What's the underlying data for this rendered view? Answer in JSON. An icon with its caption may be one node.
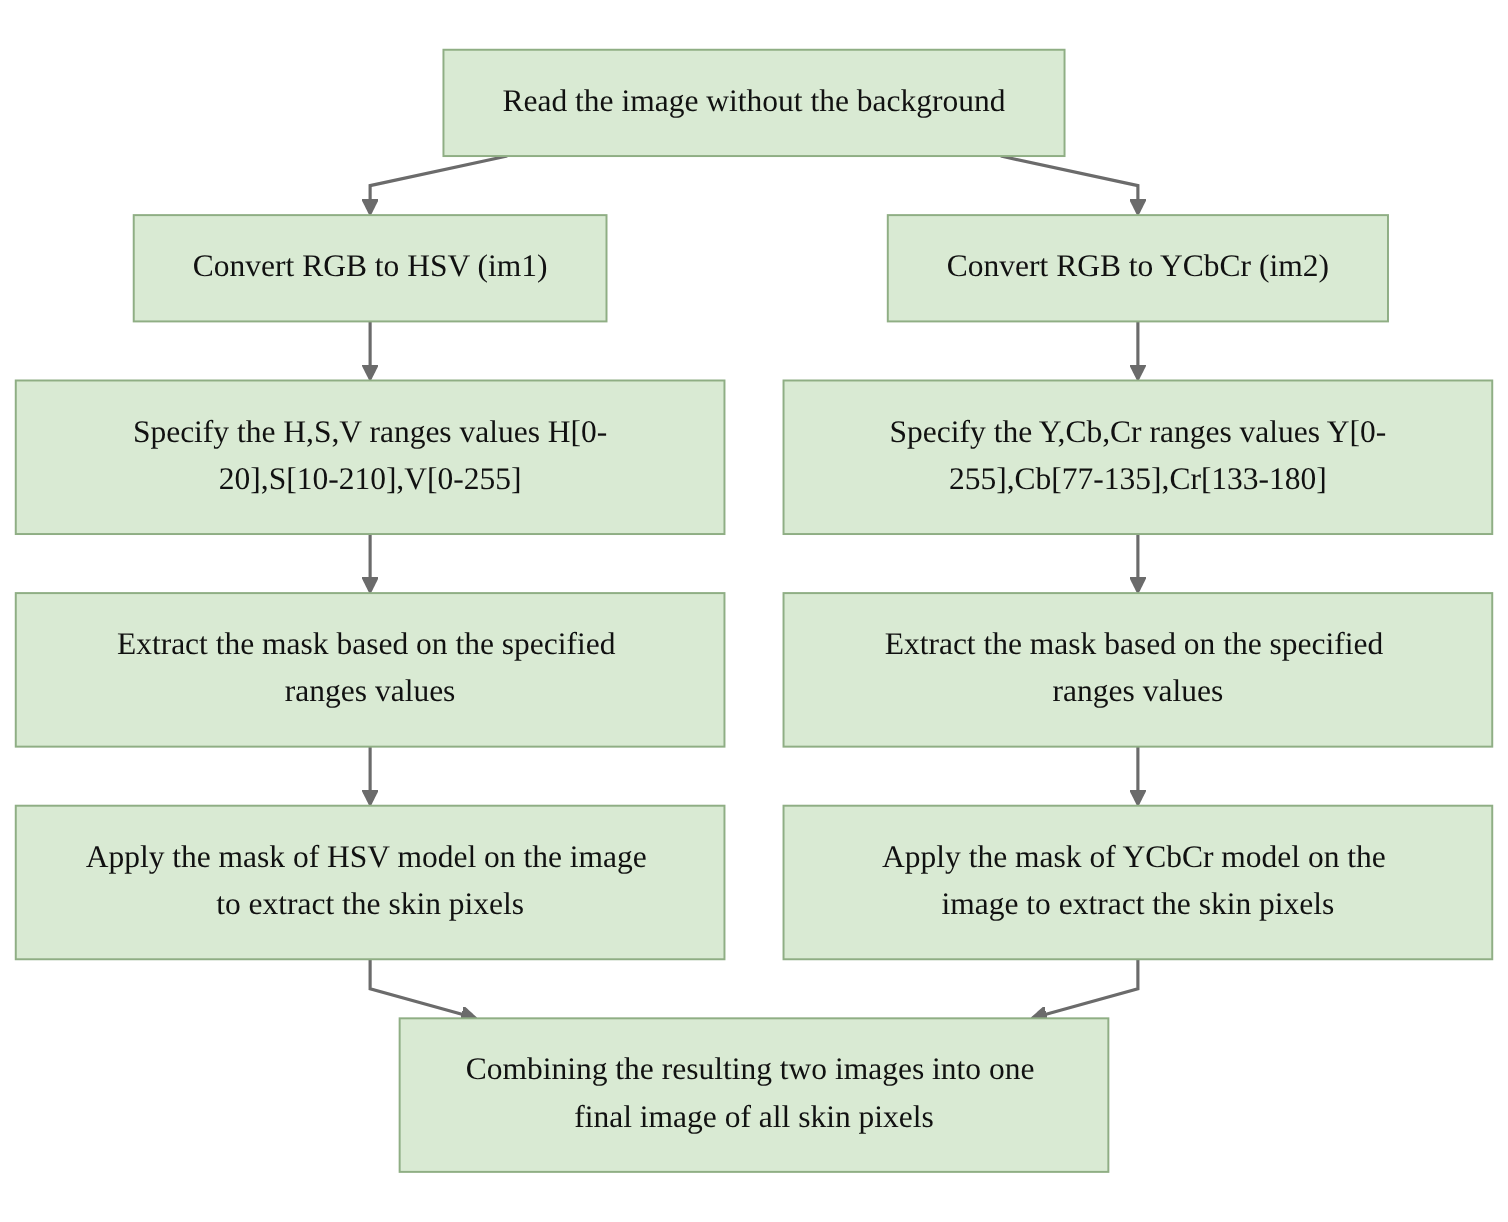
{
  "diagram": {
    "nodes": [
      {
        "text": [
          "Read the image without the background"
        ]
      },
      {
        "text": [
          "Convert RGB to HSV (im1)"
        ]
      },
      {
        "text": [
          "Convert RGB to YCbCr (im2)"
        ]
      },
      {
        "text": [
          "Specify the H,S,V ranges values H[0-20],S[10-210],V[0-255]"
        ]
      },
      {
        "text": [
          "Specify the Y,Cb,Cr ranges values Y[0-255],Cb[77-135],Cr[133-180]"
        ]
      },
      {
        "text": [
          "Extract the mask based on the specified ranges values"
        ]
      },
      {
        "text": [
          "Extract the mask based on the specified ranges values"
        ]
      },
      {
        "text": [
          "Apply the mask of HSV model on the image to extract the skin pixels"
        ]
      },
      {
        "text": [
          "Apply the mask of YCbCr model on the image to extract the skin pixels"
        ]
      },
      {
        "text": [
          "Combining the resulting two images into one final image of all skin pixels"
        ]
      }
    ],
    "edges": [
      {
        "from": 0,
        "to": 1,
        "arrow": "to"
      },
      {
        "from": 0,
        "to": 2,
        "arrow": "to"
      },
      {
        "from": 1,
        "to": 3,
        "arrow": "to"
      },
      {
        "from": 2,
        "to": 4,
        "arrow": "to"
      },
      {
        "from": 3,
        "to": 5,
        "arrow": "to"
      },
      {
        "from": 4,
        "to": 6,
        "arrow": "to"
      },
      {
        "from": 5,
        "to": 7,
        "arrow": "to"
      },
      {
        "from": 6,
        "to": 8,
        "arrow": "to"
      },
      {
        "from": 7,
        "to": 9,
        "arrow": "to"
      },
      {
        "from": 8,
        "to": 9,
        "arrow": "to"
      }
    ]
  }
}
